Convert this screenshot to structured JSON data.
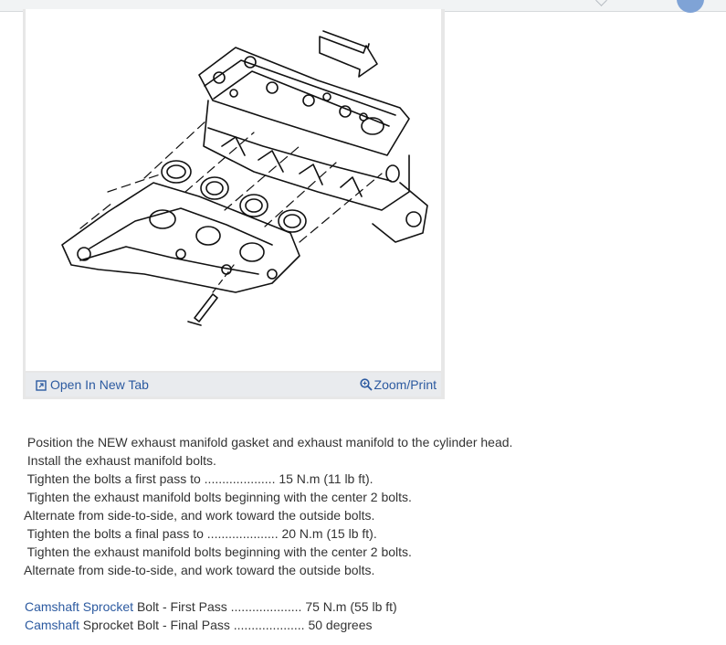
{
  "figure": {
    "open_tab_label": "Open In New Tab",
    "zoom_label": "Zoom/Print",
    "icons": {
      "open": "external-window-icon",
      "zoom": "magnifier-icon"
    }
  },
  "instructions": [
    " Position the NEW exhaust manifold gasket and exhaust manifold to the cylinder head.",
    " Install the exhaust manifold bolts.",
    " Tighten the bolts a first pass to .................... 15 N.m (11 lb ft).",
    " Tighten the exhaust manifold bolts beginning with the center 2 bolts.",
    "Alternate from side-to-side, and work toward the outside bolts.",
    " Tighten the bolts a final pass to .................... 20 N.m (15 lb ft).",
    " Tighten the exhaust manifold bolts beginning with the center 2 bolts.",
    "Alternate from side-to-side, and work toward the outside bolts."
  ],
  "specs": [
    {
      "link": "Camshaft Sprocket",
      "text": " Bolt - First Pass .................... 75 N.m (55 lb ft)"
    },
    {
      "link": "Camshaft",
      "text": " Sprocket Bolt - Final Pass .................... 50 degrees"
    }
  ],
  "colors": {
    "link": "#2c5aa0",
    "text": "#333333",
    "frame": "#e7e7e7"
  }
}
